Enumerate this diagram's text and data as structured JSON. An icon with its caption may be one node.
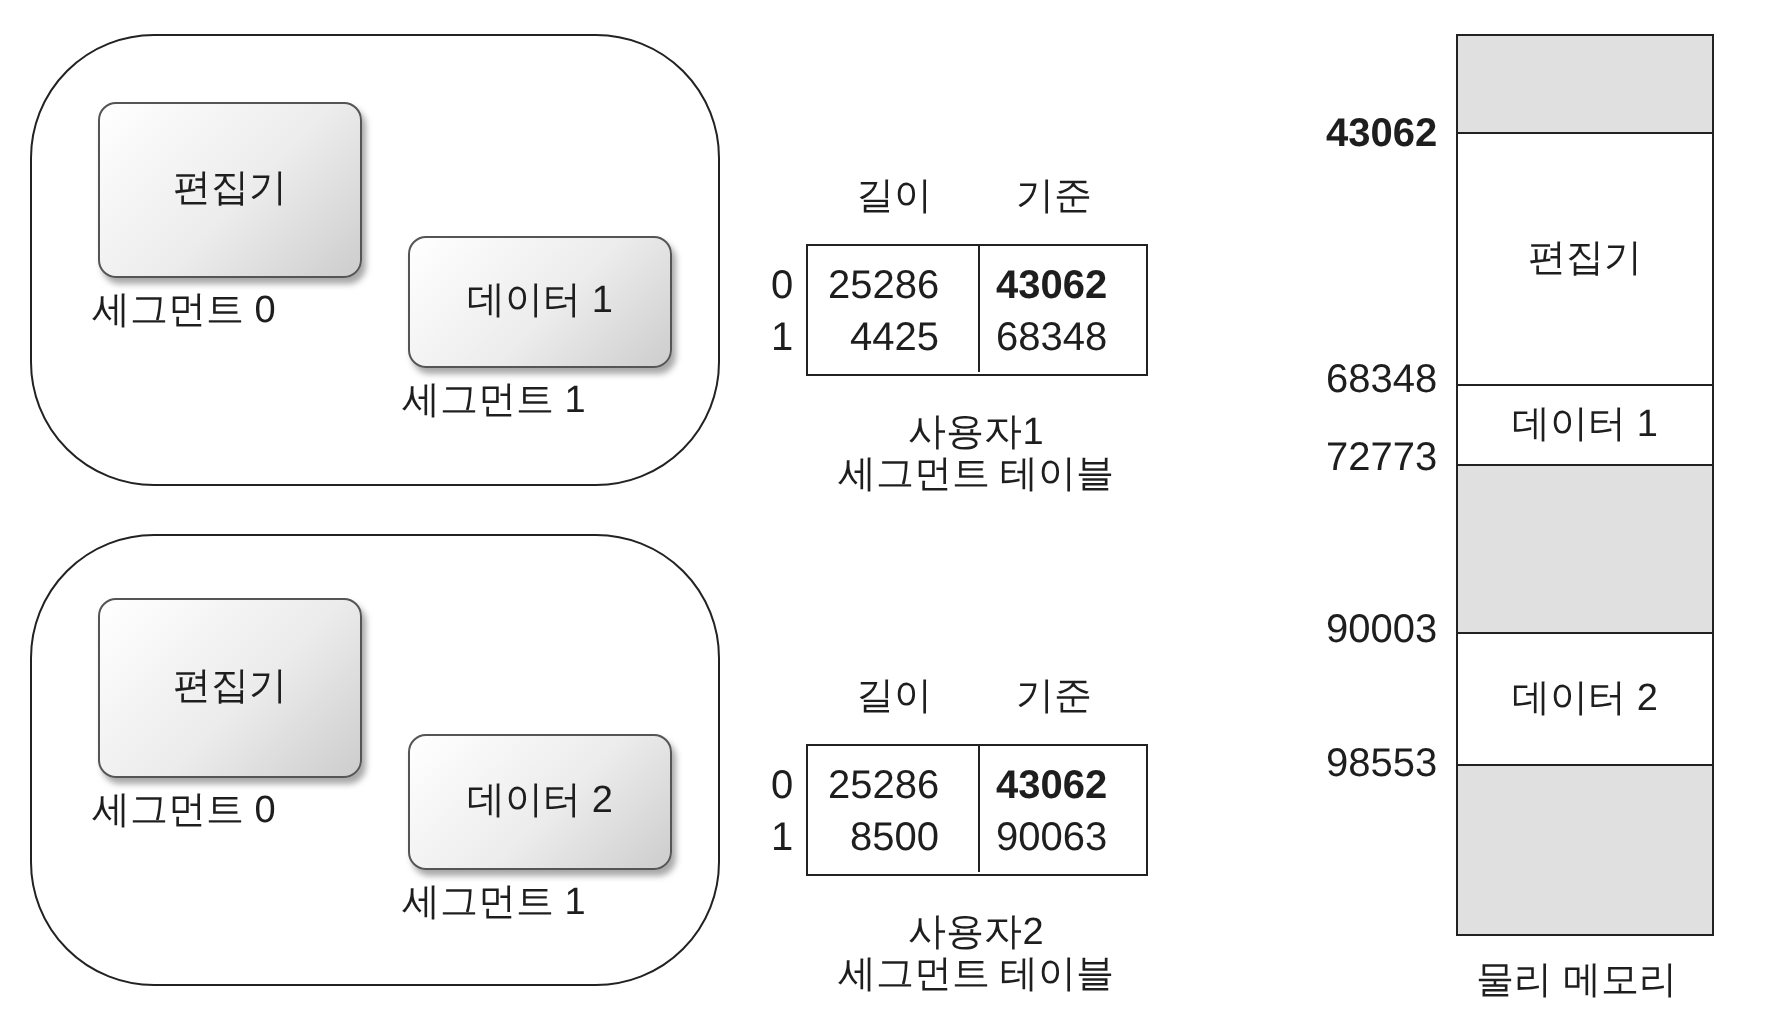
{
  "diagram": {
    "nodes": [
      {
        "text": [],
        "shape": "box"
      },
      {
        "text": [
          "편집기"
        ],
        "beside": [
          "세그먼트 0"
        ],
        "in": 0
      },
      {
        "text": [
          "데이터 1"
        ],
        "beside": [
          "세그먼트 1"
        ],
        "in": 0
      },
      {
        "text": [],
        "shape": "box"
      },
      {
        "text": [
          "편집기"
        ],
        "beside": [
          "세그먼트 0"
        ],
        "in": 3
      },
      {
        "text": [
          "데이터 2"
        ],
        "beside": [
          "세그먼트 1"
        ],
        "in": 3
      },
      {
        "text": [],
        "shape": "box"
      },
      {
        "text": [
          "편집기"
        ]
      },
      {
        "text": [
          "데이터 1"
        ]
      },
      {
        "text": [],
        "shape": "box"
      },
      {
        "text": [
          "데이터 2"
        ]
      },
      {
        "text": [],
        "shape": "box"
      }
    ],
    "labels": [
      "길이",
      "기준",
      "0",
      "25286",
      "43062",
      "1",
      "4425",
      "68348",
      "사용자1 세그먼트 테이블",
      "길이",
      "기준",
      "0",
      "25286",
      "43062",
      "1",
      "8500",
      "90063",
      "사용자2 세그먼트 테이블",
      "43062",
      "68348",
      "72773",
      "90003",
      "98553",
      "물리 메모리"
    ]
  }
}
